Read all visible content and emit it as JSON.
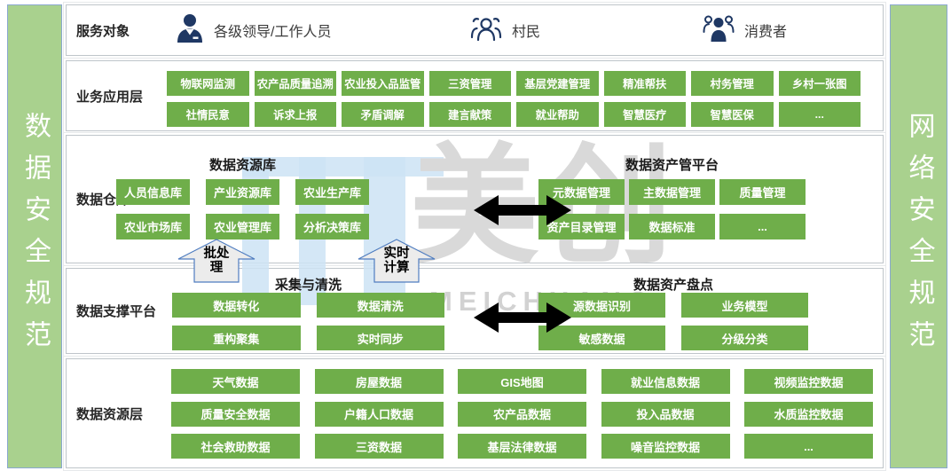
{
  "sidebars": {
    "left": "数据安全规范",
    "right": "网络安全规范"
  },
  "service": {
    "label": "服务对象",
    "items": [
      {
        "icon": "leader-icon",
        "label": "各级领导/工作人员"
      },
      {
        "icon": "villagers-icon",
        "label": "村民"
      },
      {
        "icon": "consumers-icon",
        "label": "消费者"
      }
    ]
  },
  "app_layer": {
    "label": "业务应用层",
    "buttons": [
      "物联网监测",
      "农产品质量追溯",
      "农业投入品监管",
      "三资管理",
      "基层党建管理",
      "精准帮扶",
      "村务管理",
      "乡村一张图",
      "社情民意",
      "诉求上报",
      "矛盾调解",
      "建言献策",
      "就业帮助",
      "智慧医疗",
      "智慧医保",
      "..."
    ]
  },
  "warehouse": {
    "label": "数据仓库",
    "left": {
      "title": "数据资源库",
      "buttons": [
        "人员信息库",
        "产业资源库",
        "农业生产库",
        "农业市场库",
        "农业管理库",
        "分析决策库"
      ]
    },
    "right": {
      "title": "数据资产管平台",
      "buttons": [
        "元数据管理",
        "主数据管理",
        "质量管理",
        "资产目录管理",
        "数据标准",
        "..."
      ]
    }
  },
  "support": {
    "label": "数据支撑平台",
    "left": {
      "title": "采集与清洗",
      "buttons": [
        "数据转化",
        "数据清洗",
        "重构聚集",
        "实时同步"
      ]
    },
    "right": {
      "title": "数据资产盘点",
      "buttons": [
        "源数据识别",
        "业务模型",
        "敏感数据",
        "分级分类"
      ]
    }
  },
  "resource": {
    "label": "数据资源层",
    "buttons": [
      "天气数据",
      "房屋数据",
      "GIS地图",
      "就业信息数据",
      "视频监控数据",
      "质量安全数据",
      "户籍人口数据",
      "农产品数据",
      "投入品数据",
      "水质监控数据",
      "社会救助数据",
      "三资数据",
      "基层法律数据",
      "噪音监控数据",
      "..."
    ]
  },
  "flow_arrows": {
    "batch": "批处\n理",
    "realtime": "实时\n计算"
  },
  "watermark": {
    "cn": "美创",
    "en": "MEICHUANG"
  },
  "colors": {
    "button_green": "#6fae4a",
    "sidebar_green": "#a9d18e",
    "icon_navy": "#1f3864",
    "watermark_blue": "#cde3f4",
    "flow_arrow_fill": "#ececec",
    "flow_arrow_stroke": "#4f7dc0"
  }
}
